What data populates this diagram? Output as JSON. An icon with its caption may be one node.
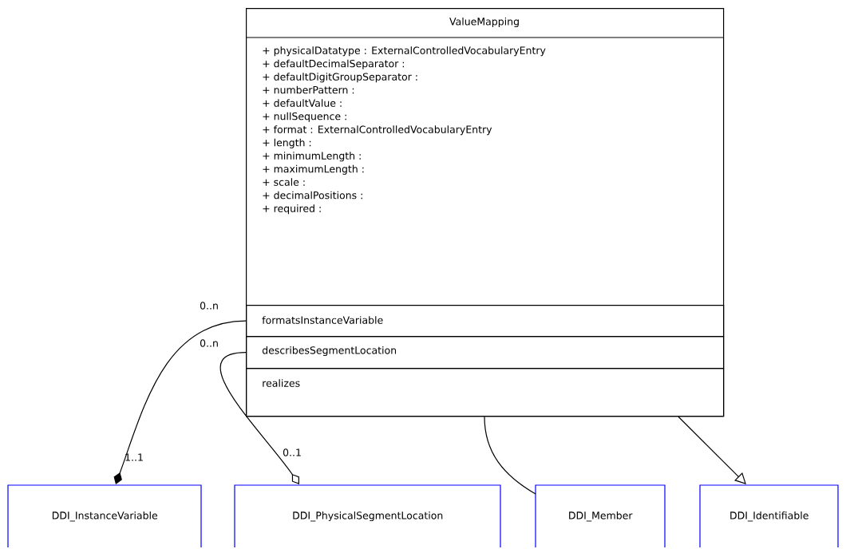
{
  "diagram": {
    "nodes": [
      {
        "text": [
          "ValueMapping",
          "+ physicalDatatype : ExternalControlledVocabularyEntry",
          "+ defaultDecimalSeparator :",
          "+ defaultDigitGroupSeparator :",
          "+ numberPattern :",
          "+ defaultValue :",
          "+ nullSequence :",
          "+ format : ExternalControlledVocabularyEntry",
          "+ length :",
          "+ minimumLength :",
          "+ maximumLength :",
          "+ scale :",
          "+ decimalPositions :",
          "+ required :"
        ]
      },
      {
        "text": [
          "formatsInstanceVariable"
        ],
        "in": 0
      },
      {
        "text": [
          "describesSegmentLocation"
        ],
        "in": 0
      },
      {
        "text": [
          "realizes"
        ],
        "in": 0
      },
      {
        "text": [
          "DDI_InstanceVariable"
        ]
      },
      {
        "text": [
          "DDI_PhysicalSegmentLocation"
        ]
      },
      {
        "text": [
          "DDI_Member"
        ]
      },
      {
        "text": [
          "DDI_Identifiable"
        ]
      }
    ],
    "edges": [
      {
        "from": 1,
        "to": 4,
        "arrow": "other"
      },
      {
        "from": 2,
        "to": 5,
        "arrow": "other"
      },
      {
        "from": 3,
        "to": 6,
        "arrow": "none"
      },
      {
        "from": 3,
        "to": 7,
        "arrow": "to"
      }
    ],
    "labels": [
      "0..n",
      "0..n",
      "1..1",
      "0..1"
    ]
  }
}
